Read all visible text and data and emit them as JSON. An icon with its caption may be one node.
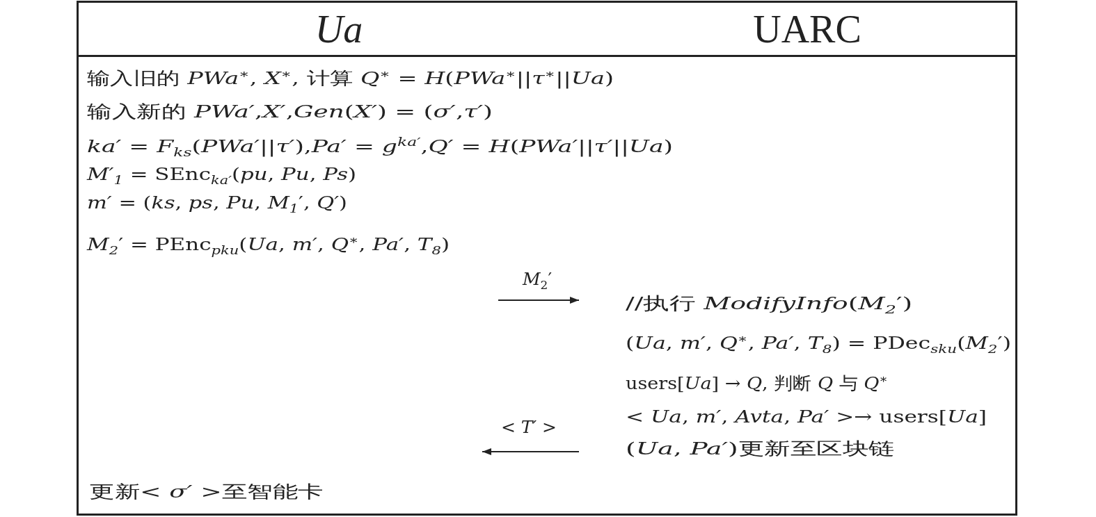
{
  "diagram": {
    "labels": [
      "Ua",
      "UARC",
      "输入旧的 *PWa*$^{∗}$, *X*$^{∗}$, 计算 *Q*$^{∗}$ = *H*(*PWa*$^{∗}$||*τ*$^{∗}$||*Ua*)",
      "输入新的 *PWa′*,*X′*,*Gen*(*X′*) = (*σ′*,*τ′*)",
      "*ka′* = *F*$_{ks}$(*PWa′*||*τ′*),*Pa′* = *g*$^{ka′}$,*Q′* = *H*(*PWa′*||*τ′*||*Ua*)",
      "*M′*$_{1}$ = SEnc$_{ka′}$(*pu*, *Pu*, *Ps*)",
      "*m′* = (*ks*, *ps*, *Pu*, *M*$_{1}$′, *Q′*)",
      "*M*$_{2}$′ = PEnc$_{pku}$(*Ua*, *m′*, *Q*$^{∗}$, *Pa′*, *T*$_{8}$)",
      "*M*$_{2}$′",
      "//执行 *ModifyInfo*(*M*$_{2}$′)",
      "(*Ua*, *m′*, *Q*$^{∗}$, *Pa′*, *T*$_{8}$) = PDec$_{sku}$(*M*$_{2}$′)",
      "users[*Ua*] → *Q*, 判断 *Q* 与 *Q*$^{∗}$",
      "< *Ua*, *m′*, *Avta*, *Pa′* >→ users[*Ua*]",
      "< *T′* >",
      "(*Ua*, *Pa′*)更新至区块链",
      "更新< *σ′* >至智能卡"
    ]
  }
}
